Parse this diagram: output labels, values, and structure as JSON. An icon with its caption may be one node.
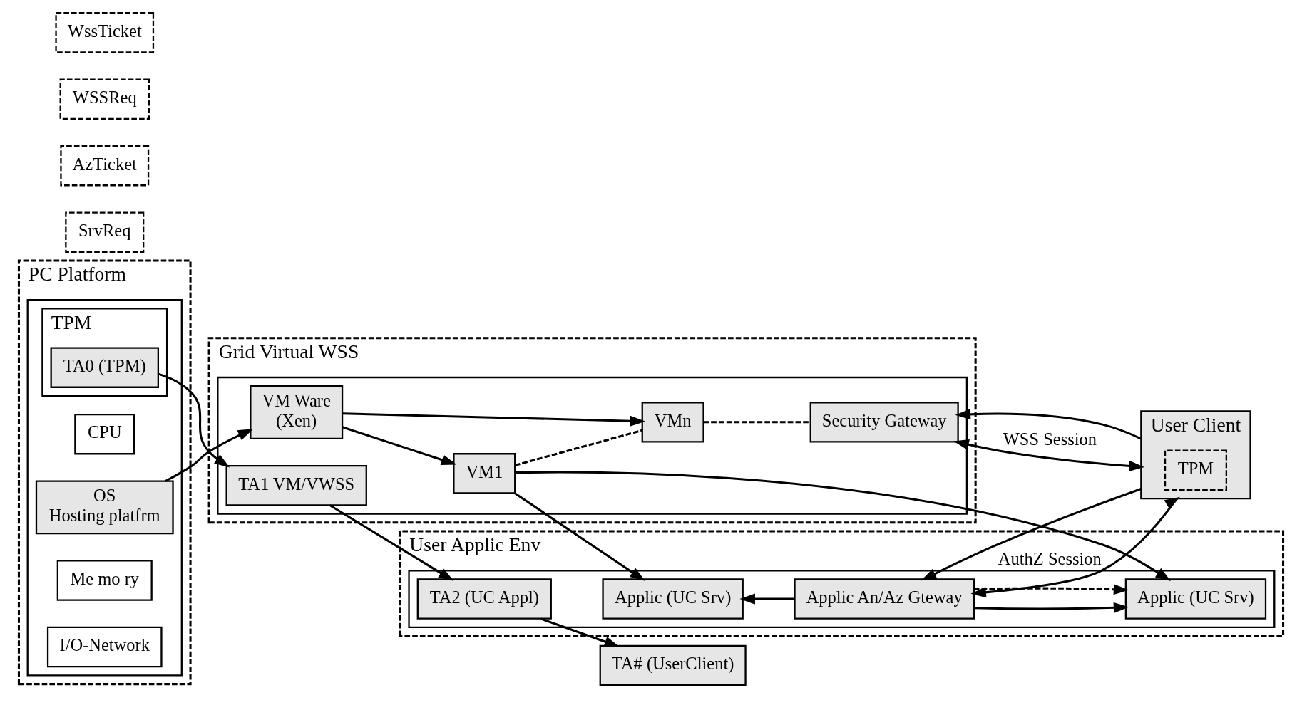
{
  "diagram": {
    "nodes": [
      {
        "text": [
          "PC Platform"
        ]
      },
      {
        "text": [],
        "shape": "box",
        "in": 0
      },
      {
        "text": [
          "TPM"
        ],
        "in": 1
      },
      {
        "text": [
          "TA0 (TPM)"
        ],
        "in": 2
      },
      {
        "text": [
          "CPU"
        ],
        "in": 1
      },
      {
        "text": [
          "OS",
          "Hosting platfrm"
        ],
        "in": 1
      },
      {
        "text": [
          "Me mo ry"
        ],
        "in": 1
      },
      {
        "text": [
          "I/O-Network"
        ],
        "in": 1
      },
      {
        "text": [
          "Grid Virtual WSS"
        ]
      },
      {
        "text": [],
        "shape": "box",
        "in": 8
      },
      {
        "text": [
          "TA1 VM/VWSS"
        ],
        "in": 9
      },
      {
        "text": [
          "VM Ware",
          "(Xen)"
        ],
        "in": 9
      },
      {
        "text": [
          "VM1"
        ],
        "in": 9
      },
      {
        "text": [
          "VMn"
        ],
        "in": 9
      },
      {
        "text": [
          "Security Gateway"
        ],
        "in": 9
      },
      {
        "text": [
          "User Applic Env"
        ]
      },
      {
        "text": [],
        "shape": "box",
        "in": 15
      },
      {
        "text": [
          "TA2 (UC Appl)"
        ],
        "in": 16
      },
      {
        "text": [
          "Applic (UC Srv)"
        ],
        "in": 16
      },
      {
        "text": [
          "Applic An/Az Gteway"
        ],
        "in": 16
      },
      {
        "text": [
          "Applic (UC Srv)"
        ],
        "in": 16
      },
      {
        "text": [
          "TA# (UserClient)"
        ]
      },
      {
        "text": [
          "SrvReq"
        ]
      },
      {
        "text": [
          "User Client"
        ]
      },
      {
        "text": [
          "TPM"
        ],
        "in": 23
      },
      {
        "text": [
          "AzTicket"
        ]
      },
      {
        "text": [
          "WSSReq"
        ]
      },
      {
        "text": [
          "WssTicket"
        ]
      }
    ],
    "edges": [
      {
        "from": 3,
        "to": 10,
        "arrow": "to"
      },
      {
        "from": 10,
        "to": 17,
        "arrow": "to"
      },
      {
        "from": 17,
        "to": 21,
        "arrow": "to"
      },
      {
        "from": 5,
        "to": 11,
        "arrow": "to"
      },
      {
        "from": 11,
        "to": 12,
        "arrow": "to"
      },
      {
        "from": 11,
        "to": 13,
        "arrow": "to"
      },
      {
        "from": 12,
        "to": 18,
        "arrow": "to"
      },
      {
        "from": 12,
        "to": 20,
        "arrow": "to"
      },
      {
        "from": 19,
        "to": 18,
        "arrow": "to"
      },
      {
        "from": 19,
        "to": 20,
        "arrow": "to"
      },
      {
        "from": 23,
        "to": 19,
        "arrow": "to"
      },
      {
        "from": 12,
        "to": 13,
        "arrow": "none",
        "style": "dashed"
      },
      {
        "from": 13,
        "to": 14,
        "arrow": "none",
        "style": "dashed"
      },
      {
        "from": 19,
        "to": 20,
        "arrow": "to",
        "style": "dashed"
      },
      {
        "from": 19,
        "to": 23,
        "arrow": "both",
        "label": "AuthZ Session"
      },
      {
        "from": 23,
        "to": 14,
        "arrow": "to"
      },
      {
        "from": 14,
        "to": 23,
        "arrow": "both",
        "label": "WSS Session"
      }
    ]
  }
}
